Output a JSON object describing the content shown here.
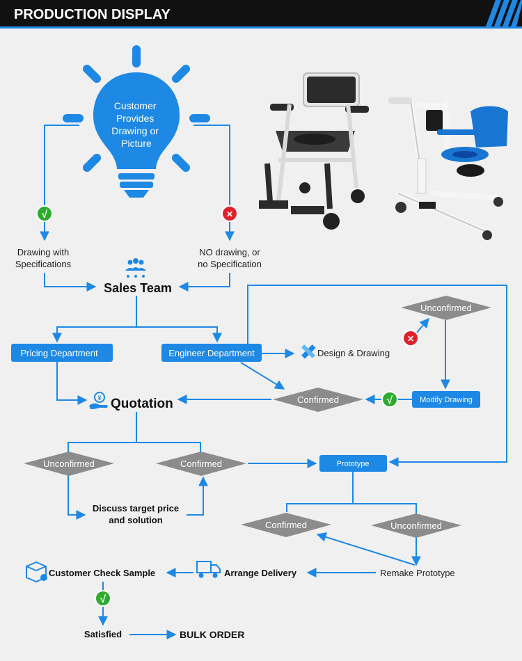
{
  "header": {
    "title": "PRODUCTION DISPLAY",
    "accent_color": "#1e88e5"
  },
  "bulb": {
    "line1": "Customer",
    "line2": "Provides",
    "line3": "Drawing or",
    "line4": "Picture"
  },
  "branches": {
    "left_line1": "Drawing with",
    "left_line2": "Specifications",
    "right_line1": "NO drawing, or",
    "right_line2": "no Specification"
  },
  "sales_team": "Sales Team",
  "pricing_department": "Pricing Department",
  "engineer_department": "Engineer Department",
  "design_drawing": "Design & Drawing",
  "unconfirmed_top": "Unconfirmed",
  "modify_drawing": "Modify Drawing",
  "confirmed_mid": "Confirmed",
  "quotation": "Quotation",
  "unconfirmed_left": "Unconfirmed",
  "confirmed_left": "Confirmed",
  "discuss_line1": "Discuss target price",
  "discuss_line2": "and solution",
  "prototype": "Prototype",
  "confirmed_bottom": "Confirmed",
  "unconfirmed_bottom": "Unconfirmed",
  "remake_prototype": "Remake Prototype",
  "arrange_delivery": "Arrange Delivery",
  "customer_check_sample": "Customer Check Sample",
  "satisfied": "Satisfied",
  "bulk_order": "BULK ORDER",
  "check_mark": "√",
  "cross_mark": "✕",
  "colors": {
    "blue": "#1e88e5",
    "arrow": "#1e88e5",
    "diamond": "#8c8c8c",
    "green": "#2eaa2e",
    "red": "#e0202a",
    "background": "#f0f0f0"
  },
  "icons": [
    "lightbulb-icon",
    "team-icon",
    "pencil-ruler-icon",
    "money-hand-icon",
    "package-check-icon",
    "delivery-truck-icon",
    "check-icon",
    "cross-icon"
  ]
}
